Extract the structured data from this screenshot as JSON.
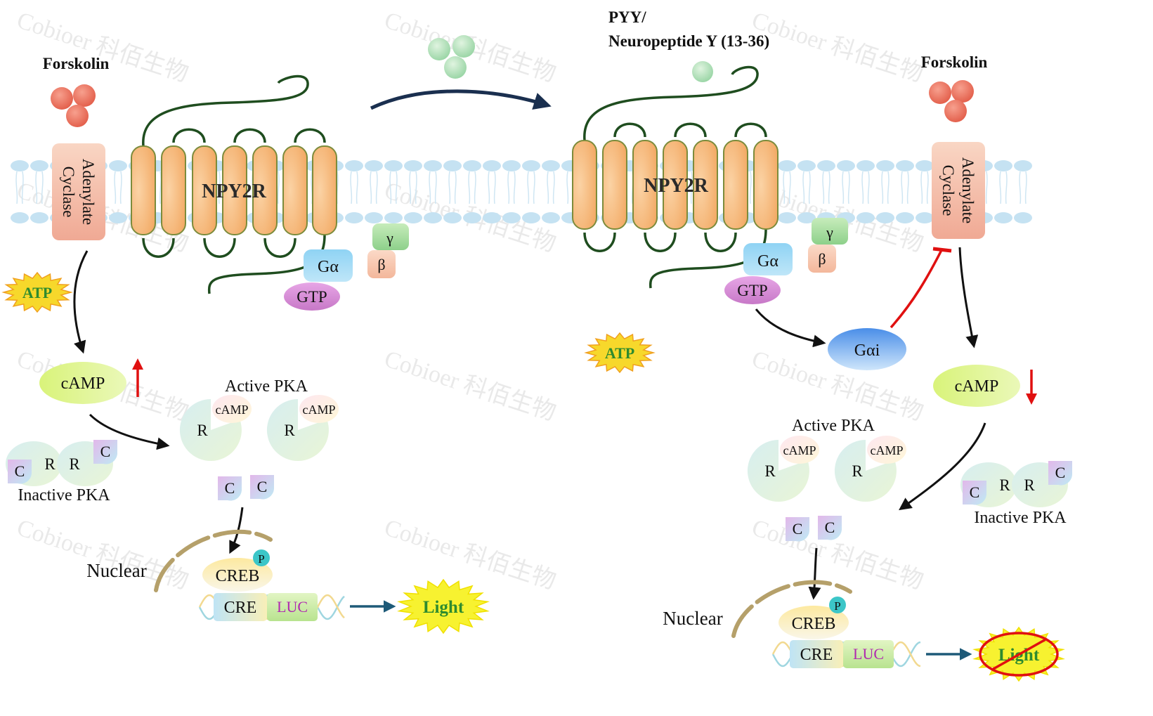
{
  "watermark": {
    "brand": "Cobioer",
    "chinese": "科佰生物"
  },
  "colors": {
    "membrane": "#c5e2f2",
    "helix_fill": "#f6b97a",
    "helix_stroke": "#7c8c3c",
    "loop": "#1f4d1f",
    "forskolin": "#ea6a55",
    "ligand": "#a9dcb0",
    "arrow_main": "#1a2f4f",
    "arrow_red": "#e01010",
    "light": "#f7f230",
    "light_text": "#2e8b2e",
    "luc_text": "#b02ab0",
    "nuclear": "#b5a06a"
  },
  "icons": {
    "inhibit": "t-bar-inhibit-icon",
    "no_light": "prohibition-icon"
  },
  "ligand": {
    "line1": "PYY/",
    "line2": "Neuropeptide Y (13-36)"
  },
  "left": {
    "forskolin": "Forskolin",
    "ac_line1": "Adenylate",
    "ac_line2": "Cyclase",
    "receptor": "NPY2R",
    "g_alpha": "Gα",
    "g_beta": "β",
    "g_gamma": "γ",
    "gtp": "GTP",
    "atp": "ATP",
    "camp": "cAMP",
    "active_pka": "Active PKA",
    "camp_small": "cAMP",
    "r": "R",
    "c": "C",
    "inactive_pka": "Inactive PKA",
    "p": "P",
    "nuclear": "Nuclear",
    "creb": "CREB",
    "cre": "CRE",
    "luc": "LUC",
    "light": "Light"
  },
  "right": {
    "forskolin": "Forskolin",
    "ac_line1": "Adenylate",
    "ac_line2": "Cyclase",
    "receptor": "NPY2R",
    "g_alpha": "Gα",
    "g_beta": "β",
    "g_gamma": "γ",
    "gtp": "GTP",
    "g_alpha_i": "Gαi",
    "atp": "ATP",
    "camp": "cAMP",
    "active_pka": "Active PKA",
    "camp_small": "cAMP",
    "r": "R",
    "c": "C",
    "inactive_pka": "Inactive PKA",
    "p": "P",
    "nuclear": "Nuclear",
    "creb": "CREB",
    "cre": "CRE",
    "luc": "LUC",
    "light": "Light"
  }
}
